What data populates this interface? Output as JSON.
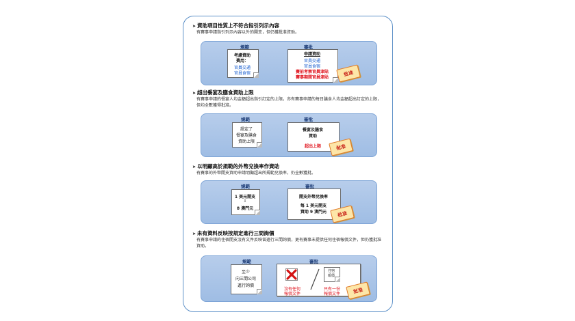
{
  "sec1": {
    "title": "資助項目性質上不符合指引列示內容",
    "desc": "有賽事申請指引列示內容以外的開支，但仍獲批准資助。",
    "hdr_rule": "規範",
    "hdr_approve": "審批",
    "rule_lines": [
      "考慮資助",
      "費用：",
      "官員交通",
      "官員食宿"
    ],
    "approve_lines": [
      "申請資助",
      "官員交通",
      "官員食宿",
      "賽前考察官員津貼",
      "賽事期間官員津貼"
    ],
    "stamp": "批准"
  },
  "sec2": {
    "title": "超出餐宴及膳食資助上限",
    "desc": "有賽事申請的餐宴人均金額超出指引訂定的上限，亦有賽事申請的每日膳食人均金額超出訂定的上限，但均全數獲得批准。",
    "hdr_rule": "規範",
    "hdr_approve": "審批",
    "rule_lines": [
      "設定了",
      "餐宴及膳食",
      "資助上限"
    ],
    "approve_lines": [
      "餐宴及膳食",
      "資助",
      "超出上限"
    ],
    "stamp": "批准"
  },
  "sec3": {
    "title": "以明顯高於規範的外幣兌換率作資助",
    "desc": "有賽事的外幣開支資助申請明顯超出所規範兌換率，仍全數獲批。",
    "hdr_rule": "規範",
    "hdr_approve": "審批",
    "rule_lines": [
      "1 美元開支",
      "8 澳門元"
    ],
    "approve_lines": [
      "開支外幣兌換率",
      "每 1 美元開支",
      "資助 9 澳門元"
    ],
    "stamp": "批准"
  },
  "sec4": {
    "title": "未有資料反映按規定進行三間詢價",
    "desc": "有賽事申請的住宿開支沒有文件反映曾進行三間詢價，更有賽事未提供任何住宿報價文件，但仍獲批准資助。",
    "hdr_rule": "規範",
    "hdr_approve": "審批",
    "rule_lines": [
      "至少",
      "向三間公司",
      "進行詢價"
    ],
    "doc_lines": [
      "住宿",
      "報價"
    ],
    "left_caption": [
      "沒有任何",
      "報價文件"
    ],
    "right_caption": [
      "只有一份",
      "報價文件"
    ],
    "stamp": "批准"
  },
  "colors": {
    "band": "#a9c6ea",
    "accent_blue": "#1a5fd0",
    "accent_red": "#e0141e",
    "stamp_fill": "#fde6a8"
  }
}
